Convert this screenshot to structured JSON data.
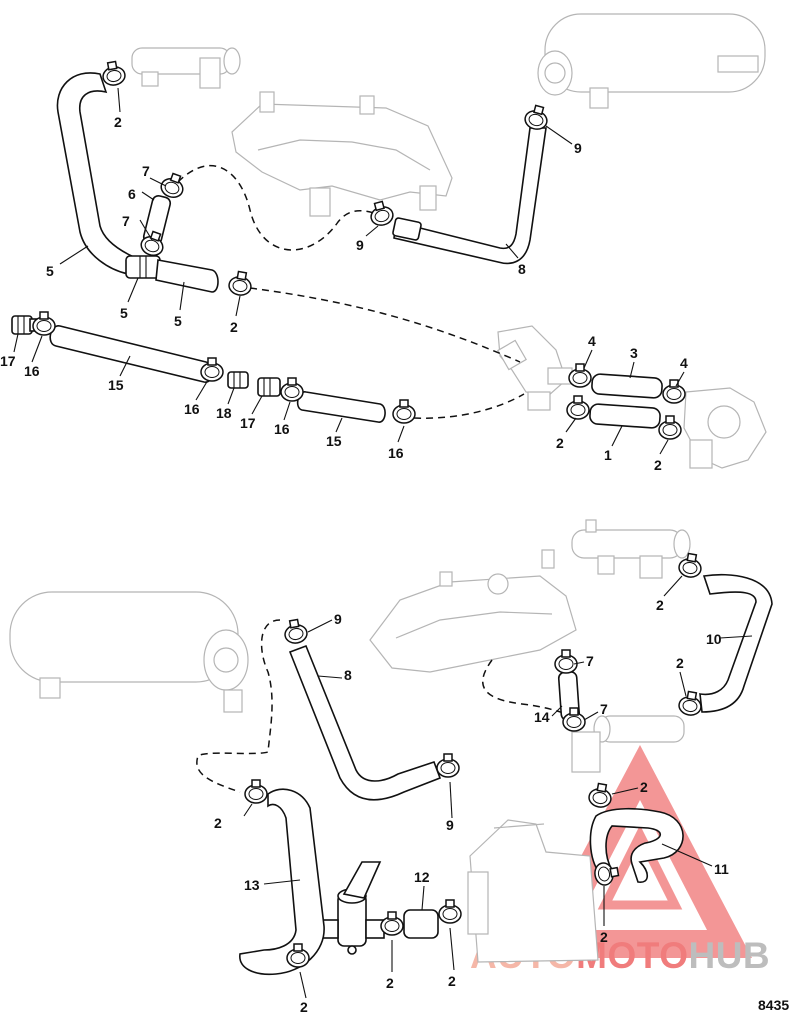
{
  "callouts": {
    "top": {
      "c1": "1",
      "c2a": "2",
      "c2b": "2",
      "c2c": "2",
      "c2d": "2",
      "c3": "3",
      "c4a": "4",
      "c4b": "4",
      "c5a": "5",
      "c5b": "5",
      "c5c": "5",
      "c6": "6",
      "c7a": "7",
      "c7b": "7",
      "c8": "8",
      "c9a": "9",
      "c9b": "9",
      "c15a": "15",
      "c15b": "15",
      "c16a": "16",
      "c16b": "16",
      "c16c": "16",
      "c16d": "16",
      "c17a": "17",
      "c17b": "17",
      "c18": "18"
    },
    "bottom": {
      "c2a": "2",
      "c2b": "2",
      "c2c": "2",
      "c2d": "2",
      "c2e": "2",
      "c2f": "2",
      "c2g": "2",
      "c2h": "2",
      "c7a": "7",
      "c7b": "7",
      "c8": "8",
      "c9a": "9",
      "c9b": "9",
      "c10": "10",
      "c11": "11",
      "c12": "12",
      "c13": "13",
      "c14": "14"
    }
  },
  "watermark": {
    "brand_part1": "AUTO",
    "brand_part2": "MOTO",
    "brand_part3": "HUB",
    "colors": {
      "triangle": "#f07c7c",
      "part1": "#f5b7a8",
      "part2": "#f07c7c",
      "part3": "#bdbdbd"
    }
  },
  "document_number": "8435"
}
